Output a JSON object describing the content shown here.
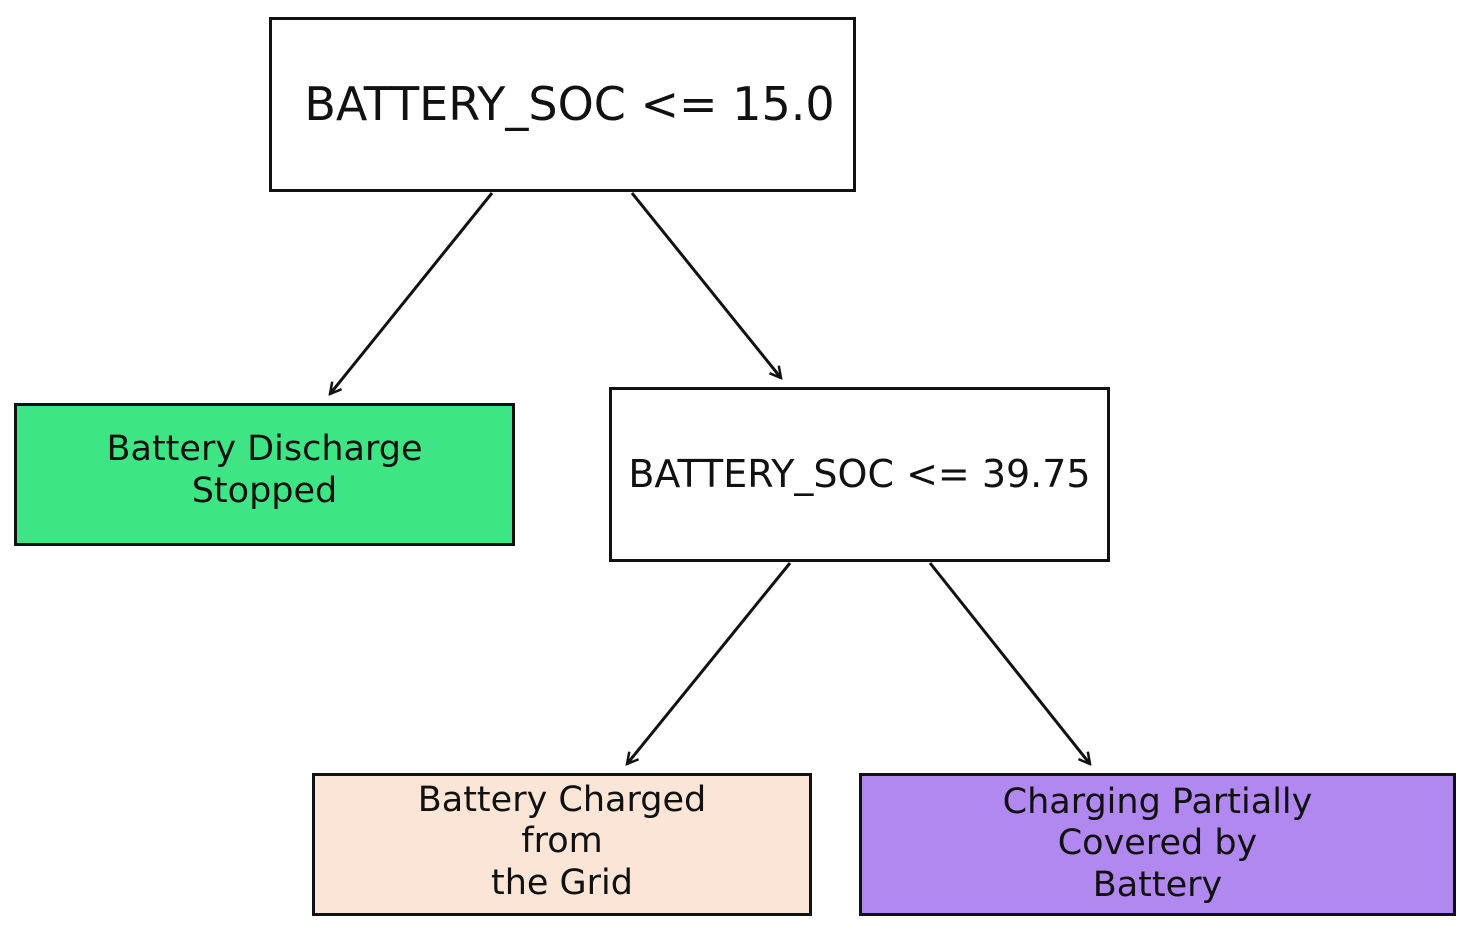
{
  "nodes": {
    "root": {
      "label": "BATTERY_SOC <= 15.0"
    },
    "left": {
      "label": "Battery Discharge\nStopped",
      "color": "#3de584"
    },
    "mid": {
      "label": "BATTERY_SOC <= 39.75"
    },
    "grid": {
      "label": "Battery Charged\nfrom\nthe Grid",
      "color": "#fae5d7"
    },
    "partial": {
      "label": "Charging Partially\nCovered by\nBattery",
      "color": "#b088f0"
    }
  },
  "edges": [
    {
      "from": "root",
      "to": "left"
    },
    {
      "from": "root",
      "to": "mid"
    },
    {
      "from": "mid",
      "to": "grid"
    },
    {
      "from": "mid",
      "to": "partial"
    }
  ]
}
